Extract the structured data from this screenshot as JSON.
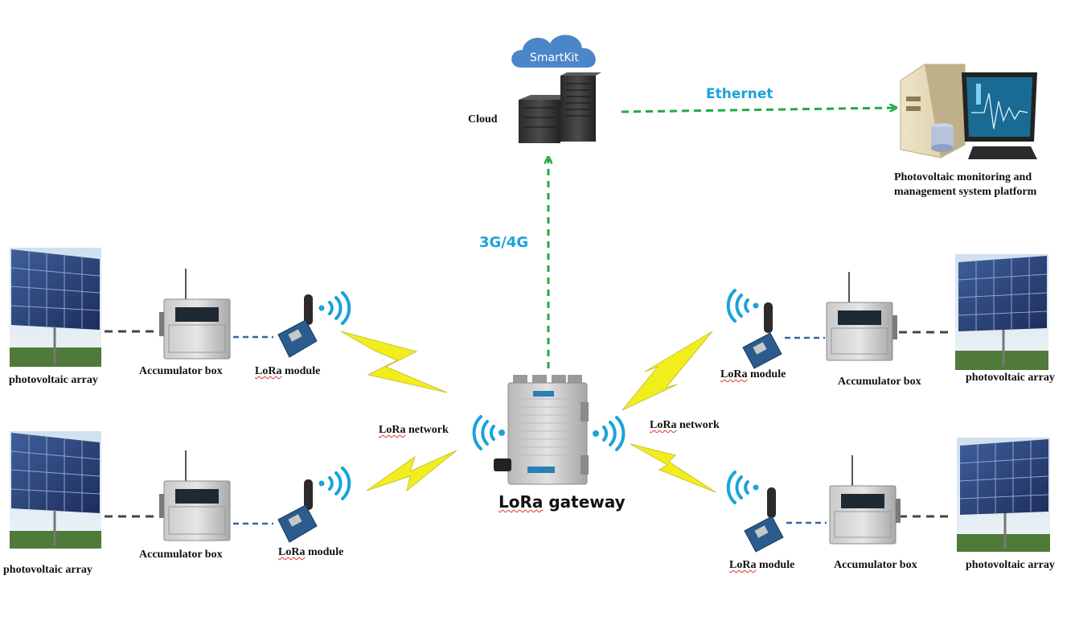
{
  "cloud": {
    "brand": "SmartKit",
    "label": "Cloud"
  },
  "platform": {
    "label_line1": "Photovoltaic monitoring and",
    "label_line2": "management system platform"
  },
  "links": {
    "ethernet": "Ethernet",
    "cellular": "3G/4G"
  },
  "gateway": {
    "label_lora": "LoRa",
    "label_rest": " gateway"
  },
  "network": {
    "left_lora": "LoRa",
    "left_rest": " network",
    "right_lora": "LoRa",
    "right_rest": " network"
  },
  "nodes": [
    {
      "pv": "photovoltaic array",
      "box": "Accumulator box",
      "module_lora": "LoRa",
      "module_rest": " module"
    },
    {
      "pv": "photovoltaic array",
      "box": "Accumulator box",
      "module_lora": "LoRa",
      "module_rest": " module"
    },
    {
      "pv": "photovoltaic array",
      "box": "Accumulator box",
      "module_lora": "LoRa",
      "module_rest": " module"
    },
    {
      "pv": "photovoltaic array",
      "box": "Accumulator box",
      "module_lora": "LoRa",
      "module_rest": " module"
    }
  ],
  "colors": {
    "wireless": "#1aa3d9",
    "link_green": "#22aa44",
    "wire_dash": "#444444",
    "module_dash": "#336699",
    "bolt": "#f2ee1c"
  }
}
